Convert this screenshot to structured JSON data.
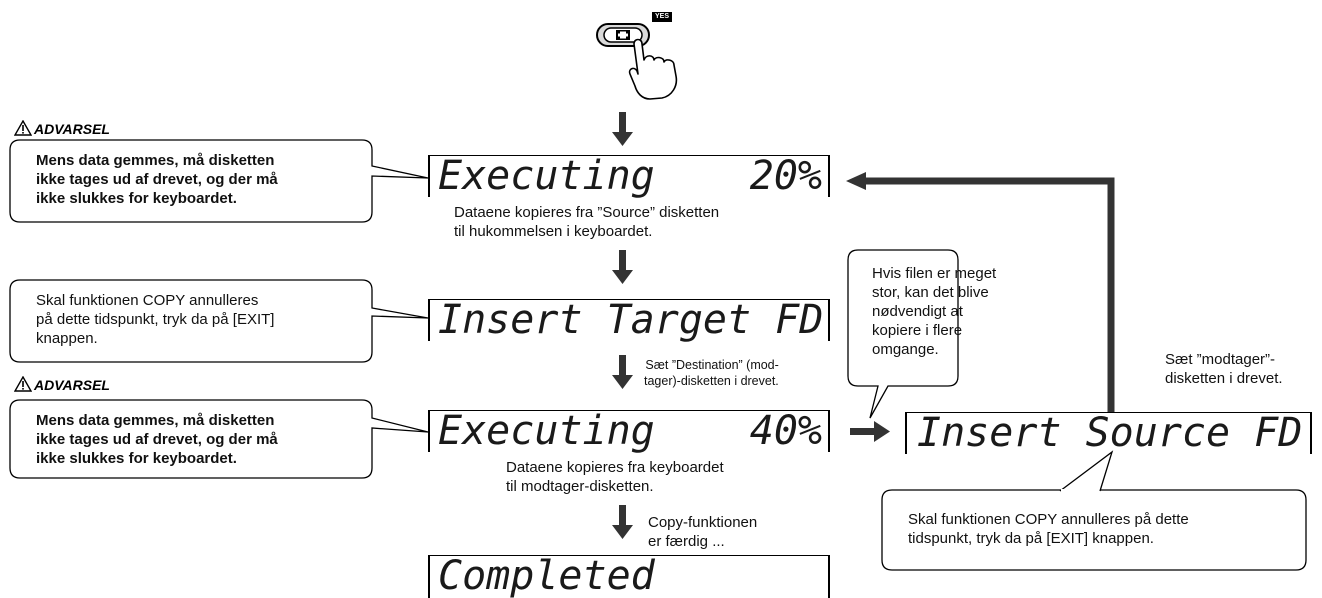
{
  "yes_label": "YES",
  "warning_label": "ADVARSEL",
  "warnings": {
    "w1": [
      "Mens data gemmes, må disketten",
      "ikke tages ud af drevet, og der må",
      "ikke slukkes for keyboardet."
    ],
    "w2": [
      "Mens data gemmes, må disketten",
      "ikke tages ud af drevet, og der må",
      "ikke slukkes for keyboardet."
    ]
  },
  "cancel_note": [
    "Skal funktionen COPY annulleres",
    "på dette tidspunkt, tryk da på [EXIT]",
    "knappen."
  ],
  "cancel_note2": [
    "Skal funktionen COPY annulleres på dette",
    "tidspunkt, tryk da på [EXIT] knappen."
  ],
  "big_file_note": [
    "Hvis filen er meget",
    "stor, kan det blive",
    "nødvendigt at",
    "kopiere i flere",
    "omgange."
  ],
  "displays": {
    "exec1": {
      "text": "Executing",
      "value": "20%"
    },
    "insert_target": {
      "text": "Insert Target FD"
    },
    "exec2": {
      "text": "Executing",
      "value": "40%"
    },
    "insert_source": {
      "text": "Insert Source FD"
    },
    "completed": {
      "text": "Completed"
    }
  },
  "captions": {
    "exec1": [
      "Dataene kopieres fra ”Source” disketten",
      "til hukommelsen i keyboardet."
    ],
    "insert_dest": [
      "Sæt ”Destination” (mod-",
      "tager)-disketten i drevet."
    ],
    "exec2": [
      "Dataene kopieres fra keyboardet",
      "til modtager-disketten."
    ],
    "done": [
      "Copy-funktionen",
      "er færdig ..."
    ],
    "insert_recv": [
      "Sæt ”modtager”-",
      "disketten i drevet."
    ]
  }
}
